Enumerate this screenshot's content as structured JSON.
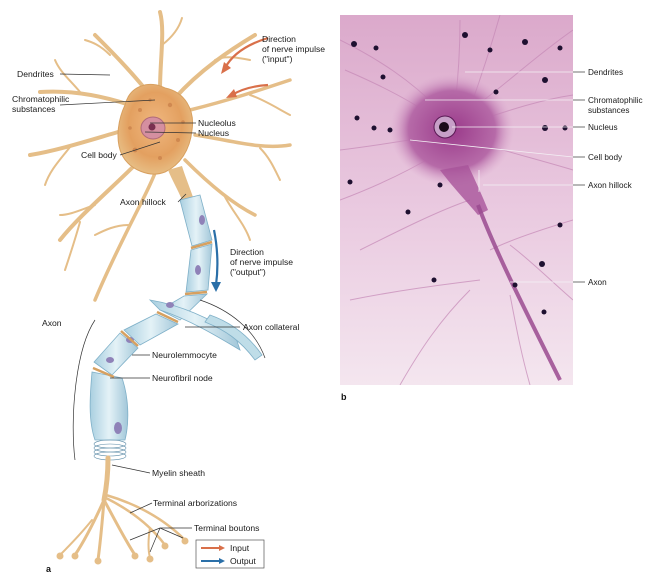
{
  "panel_a": {
    "labels": {
      "dendrites": "Dendrites",
      "chromatophilic_1": "Chromatophilic",
      "chromatophilic_2": "substances",
      "nucleolus": "Nucleolus",
      "nucleus": "Nucleus",
      "cell_body": "Cell body",
      "axon_hillock": "Axon hillock",
      "direction_input_1": "Direction",
      "direction_input_2": "of nerve impulse",
      "direction_input_3": "(\"input\")",
      "direction_output_1": "Direction",
      "direction_output_2": "of nerve impulse",
      "direction_output_3": "(\"output\")",
      "axon": "Axon",
      "axon_collateral": "Axon collateral",
      "neurolemmocyte": "Neurolemmocyte",
      "neurofibril_node": "Neurofibril node",
      "myelin_sheath": "Myelin sheath",
      "terminal_arborizations": "Terminal arborizations",
      "terminal_boutons": "Terminal boutons"
    },
    "legend": {
      "input_label": "Input",
      "output_label": "Output",
      "input_color": "#d9704a",
      "output_color": "#2a6fa8"
    },
    "panel_letter": "a"
  },
  "panel_b": {
    "labels": {
      "dendrites": "Dendrites",
      "chromatophilic_1": "Chromatophilic",
      "chromatophilic_2": "substances",
      "nucleus": "Nucleus",
      "cell_body": "Cell body",
      "axon_hillock": "Axon hillock",
      "axon": "Axon"
    },
    "panel_letter": "b"
  },
  "colors": {
    "neuron_tan": "#e8c48c",
    "neuron_body": "#e0a868",
    "myelin_blue": "#cfe6ee",
    "micrograph_pink": "#e8bcd8",
    "stain_purple": "#8a2e7e"
  }
}
